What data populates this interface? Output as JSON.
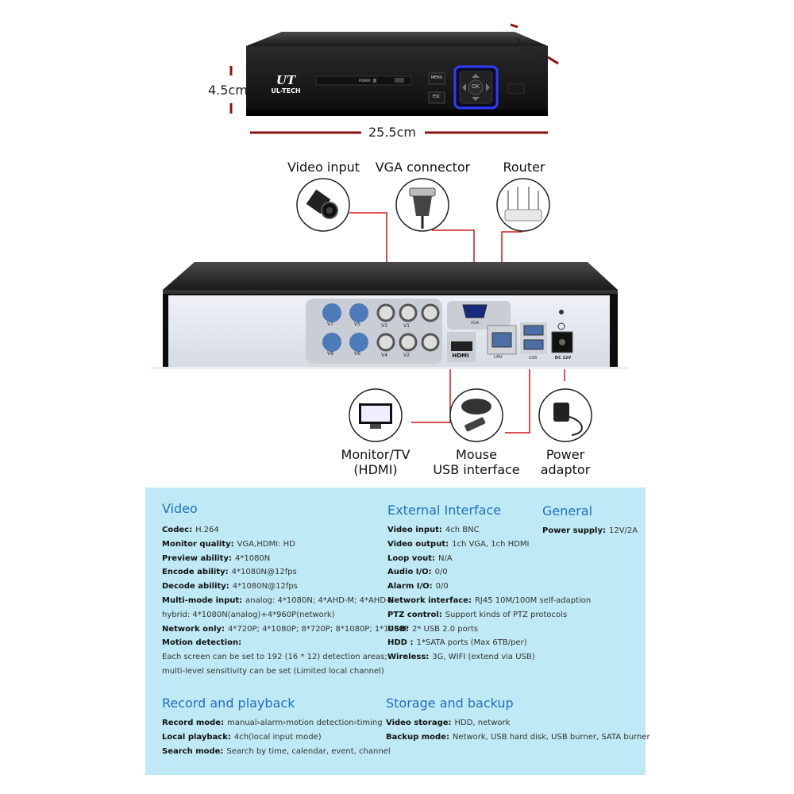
{
  "dimensions": {
    "height": "4.5cm",
    "depth": "21cm",
    "width": "25.5cm"
  },
  "front_panel": {
    "brand": "UL-TECH",
    "logo": "UT",
    "power_label": "POWER",
    "menu_label": "MENU",
    "esc_label": "ESC",
    "ok_label": "OK"
  },
  "rear_panel": {
    "bnc_labels": [
      "V7",
      "V5",
      "V3",
      "V1",
      "V8",
      "V6",
      "V4",
      "V2"
    ],
    "vga_label": "VGA",
    "hdmi_label": "HDMI",
    "lan_label": "LAN",
    "usb_label": "USB",
    "dc_label": "DC 12V"
  },
  "callouts": {
    "video_input": "Video input",
    "vga_connector": "VGA connector",
    "router": "Router",
    "monitor_line1": "Monitor/TV",
    "monitor_line2": "(HDMI)",
    "mouse_line1": "Mouse",
    "mouse_line2": "USB interface",
    "power_line1": "Power",
    "power_line2": "adaptor"
  },
  "colors": {
    "panel_bg": "#bfe9f4",
    "heading": "#1f6fbf",
    "wire": "#d01818",
    "dim_marker": "#8b1010"
  },
  "specs": {
    "video": {
      "title": "Video",
      "rows": [
        {
          "k": "Codec:",
          "v": "H.264"
        },
        {
          "k": "Monitor quality:",
          "v": "VGA,HDMI: HD"
        },
        {
          "k": "Preview ability:",
          "v": "4*1080N"
        },
        {
          "k": "Encode ability:",
          "v": "4*1080N@12fps"
        },
        {
          "k": "Decode ability:",
          "v": "4*1080N@12fps"
        },
        {
          "k": "Multi-mode input:",
          "v": "analog: 4*1080N; 4*AHD-M; 4*AHD-L"
        },
        {
          "k": "",
          "v": "hybrid: 4*1080N(analog)+4*960P(network)"
        },
        {
          "k": "Network only:",
          "v": "4*720P; 4*1080P; 8*720P; 8*1080P; 1*1080P"
        },
        {
          "k": "Motion detection:",
          "v": ""
        },
        {
          "k": "",
          "v": "Each screen can be set to 192 (16 * 12) detection areas;"
        },
        {
          "k": "",
          "v": "multi-level sensitivity can be set (Limited local channel)"
        }
      ]
    },
    "external": {
      "title": "External Interface",
      "rows": [
        {
          "k": "Video input:",
          "v": "4ch BNC"
        },
        {
          "k": "Video output:",
          "v": "1ch VGA, 1ch HDMI"
        },
        {
          "k": "Loop vout:",
          "v": "N/A"
        },
        {
          "k": "Audio I/O:",
          "v": "0/0"
        },
        {
          "k": "Alarm I/O:",
          "v": "0/0"
        },
        {
          "k": "Network interface:",
          "v": "RJ45 10M/100M self-adaption"
        },
        {
          "k": "PTZ control:",
          "v": "Support kinds of PTZ protocols"
        },
        {
          "k": "USB:",
          "v": "2* USB 2.0 ports"
        },
        {
          "k": "HDD :",
          "v": "1*SATA ports (Max 6TB/per)"
        },
        {
          "k": "Wireless:",
          "v": "3G, WIFI (extend via USB)"
        }
      ]
    },
    "general": {
      "title": "General",
      "rows": [
        {
          "k": "Power supply:",
          "v": "12V/2A"
        }
      ]
    },
    "record": {
      "title": "Record and playback",
      "rows": [
        {
          "k": "Record mode:",
          "v": "manual›alarm›motion detection›timing"
        },
        {
          "k": "Local playback:",
          "v": "4ch(local input mode)"
        },
        {
          "k": "Search mode:",
          "v": "Search by time, calendar, event, channel"
        }
      ]
    },
    "storage": {
      "title": "Storage and backup",
      "rows": [
        {
          "k": "Video storage:",
          "v": "HDD, network"
        },
        {
          "k": "Backup mode:",
          "v": "Network, USB hard disk, USB burner, SATA burner"
        }
      ]
    }
  }
}
